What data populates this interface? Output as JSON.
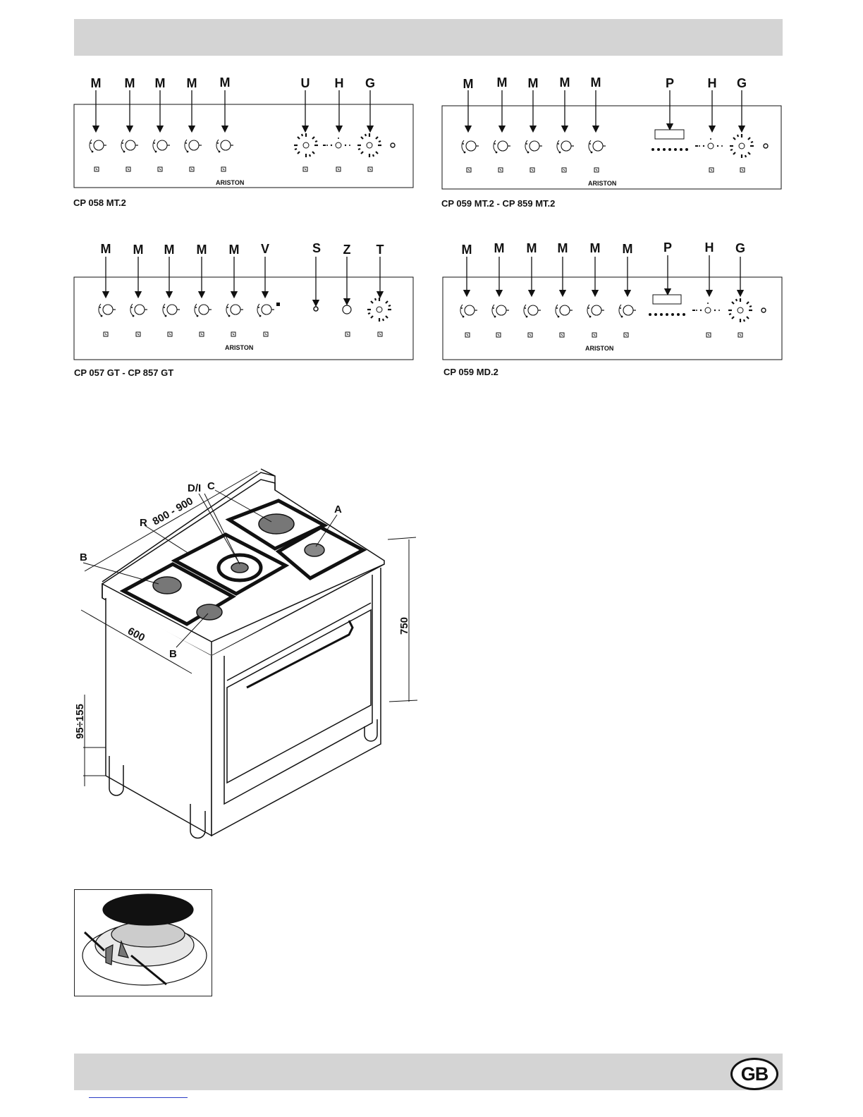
{
  "panels": [
    {
      "caption": "CP 058 MT.2",
      "labels": [
        "M",
        "M",
        "M",
        "M",
        "M",
        "U",
        "H",
        "G"
      ],
      "brand": "ARISTON"
    },
    {
      "caption": "CP 059 MT.2 - CP 859 MT.2",
      "labels": [
        "M",
        "M",
        "M",
        "M",
        "M",
        "P",
        "H",
        "G"
      ],
      "brand": "ARISTON"
    },
    {
      "caption": "CP 057 GT - CP 857 GT",
      "labels": [
        "M",
        "M",
        "M",
        "M",
        "M",
        "V",
        "S",
        "Z",
        "T"
      ],
      "brand": "ARISTON"
    },
    {
      "caption": "CP 059 MD.2",
      "labels": [
        "M",
        "M",
        "M",
        "M",
        "M",
        "M",
        "P",
        "H",
        "G"
      ],
      "brand": "ARISTON"
    }
  ],
  "cooker": {
    "labels": {
      "di": "D/I",
      "c": "C",
      "a": "A",
      "r": "R",
      "b_top": "B",
      "b_bottom": "B",
      "width": "800 - 900",
      "depth": "600",
      "height": "750",
      "feet": "95÷155"
    }
  },
  "footer": {
    "badge": "GB"
  }
}
